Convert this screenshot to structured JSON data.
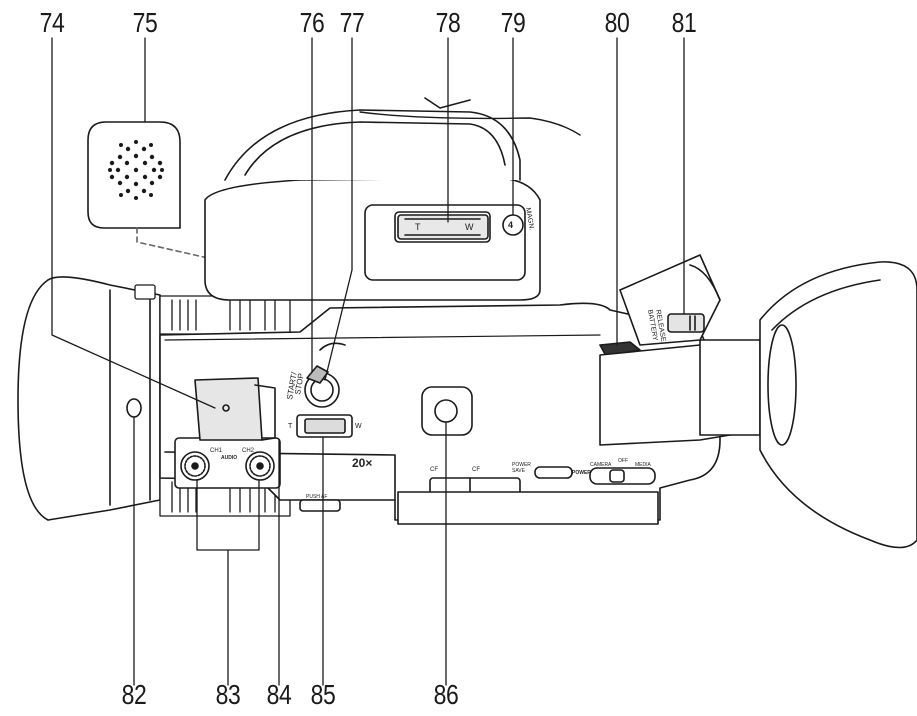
{
  "callouts": {
    "n74": "74",
    "n75": "75",
    "n76": "76",
    "n77": "77",
    "n78": "78",
    "n79": "79",
    "n80": "80",
    "n81": "81",
    "n82": "82",
    "n83": "83",
    "n84": "84",
    "n85": "85",
    "n86": "86"
  },
  "camera_labels": {
    "zoom_t": "T",
    "zoom_w": "W",
    "magn": "MAGN.",
    "magn_num": "4",
    "battery_release_1": "BATTERY",
    "battery_release_2": "RELEASE",
    "start_stop_1": "START/",
    "start_stop_2": "STOP",
    "grip_t": "T",
    "grip_w": "W",
    "zoom_ratio": "20×",
    "ch1": "CH1",
    "ch2": "CH2",
    "audio": "AUDIO",
    "card_a": "CF",
    "card_b": "CF",
    "power_save_1": "POWER",
    "power_save_2": "SAVE",
    "power": "POWER",
    "camera": "CAMERA",
    "off": "OFF",
    "media": "MEDIA",
    "push_af": "PUSH AF"
  }
}
